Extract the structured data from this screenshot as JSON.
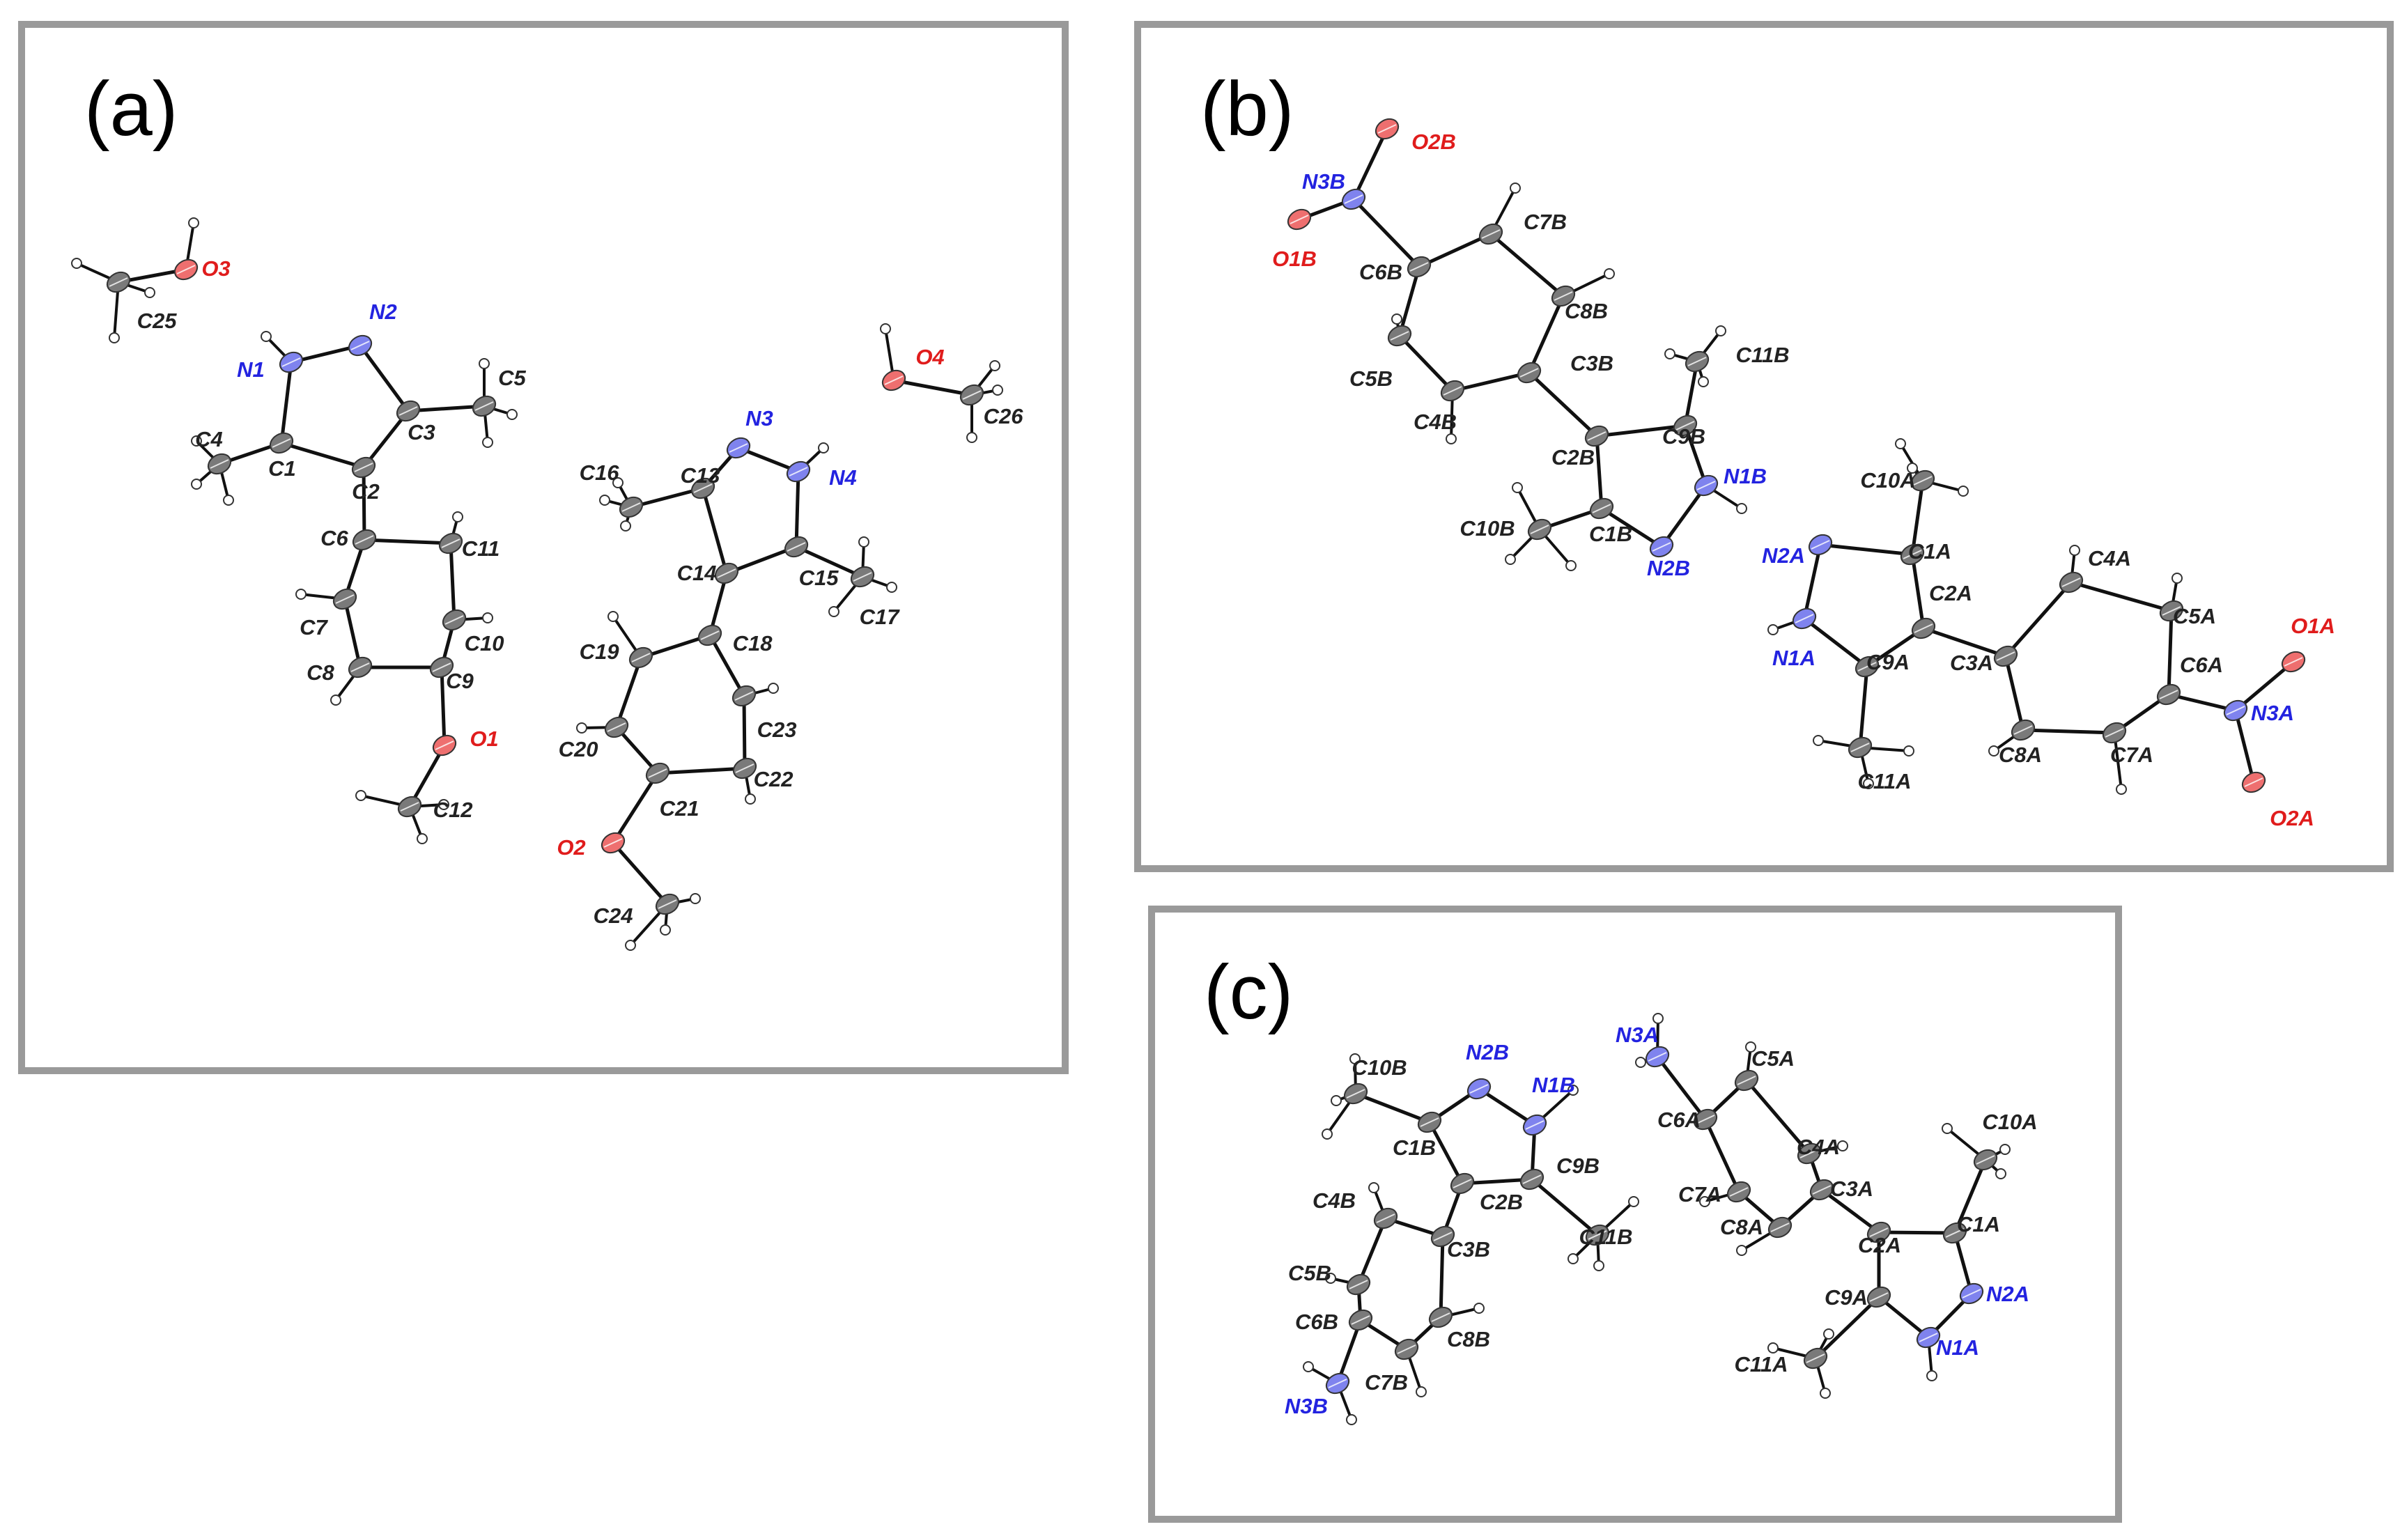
{
  "colors": {
    "panel_border": "#9a9a9a",
    "carbon_label": "#222222",
    "nitrogen_label": "#2323e0",
    "oxygen_label": "#e01c1c",
    "bond": "#111111",
    "carbon_atom": "#7a7a7a",
    "nitrogen_atom": "#7f83ee",
    "oxygen_atom": "#ee6f6f",
    "hydrogen_atom": "#ffffff"
  },
  "panels": [
    {
      "label": "(a)",
      "atoms": [
        {
          "id": "O3",
          "label": "O3",
          "el": "O"
        },
        {
          "id": "C25",
          "label": "C25",
          "el": "C"
        },
        {
          "id": "N1",
          "label": "N1",
          "el": "N"
        },
        {
          "id": "N2",
          "label": "N2",
          "el": "N"
        },
        {
          "id": "C5",
          "label": "C5",
          "el": "C"
        },
        {
          "id": "C3",
          "label": "C3",
          "el": "C"
        },
        {
          "id": "C4",
          "label": "C4",
          "el": "C"
        },
        {
          "id": "C1",
          "label": "C1",
          "el": "C"
        },
        {
          "id": "C2",
          "label": "C2",
          "el": "C"
        },
        {
          "id": "C6",
          "label": "C6",
          "el": "C"
        },
        {
          "id": "C11",
          "label": "C11",
          "el": "C"
        },
        {
          "id": "C7",
          "label": "C7",
          "el": "C"
        },
        {
          "id": "C10",
          "label": "C10",
          "el": "C"
        },
        {
          "id": "C8",
          "label": "C8",
          "el": "C"
        },
        {
          "id": "C9",
          "label": "C9",
          "el": "C"
        },
        {
          "id": "O1",
          "label": "O1",
          "el": "O"
        },
        {
          "id": "C12",
          "label": "C12",
          "el": "C"
        },
        {
          "id": "N3",
          "label": "N3",
          "el": "N"
        },
        {
          "id": "N4",
          "label": "N4",
          "el": "N"
        },
        {
          "id": "C16",
          "label": "C16",
          "el": "C"
        },
        {
          "id": "C13",
          "label": "C13",
          "el": "C"
        },
        {
          "id": "C14",
          "label": "C14",
          "el": "C"
        },
        {
          "id": "C15",
          "label": "C15",
          "el": "C"
        },
        {
          "id": "C17",
          "label": "C17",
          "el": "C"
        },
        {
          "id": "C18",
          "label": "C18",
          "el": "C"
        },
        {
          "id": "C19",
          "label": "C19",
          "el": "C"
        },
        {
          "id": "C20",
          "label": "C20",
          "el": "C"
        },
        {
          "id": "C21",
          "label": "C21",
          "el": "C"
        },
        {
          "id": "C22",
          "label": "C22",
          "el": "C"
        },
        {
          "id": "C23",
          "label": "C23",
          "el": "C"
        },
        {
          "id": "O2",
          "label": "O2",
          "el": "O"
        },
        {
          "id": "C24",
          "label": "C24",
          "el": "C"
        },
        {
          "id": "O4",
          "label": "O4",
          "el": "O"
        },
        {
          "id": "C26",
          "label": "C26",
          "el": "C"
        }
      ],
      "bonds": [
        [
          "O3",
          "C25"
        ],
        [
          "N1",
          "N2"
        ],
        [
          "N2",
          "C3"
        ],
        [
          "C3",
          "C2"
        ],
        [
          "C2",
          "C1"
        ],
        [
          "C1",
          "N1"
        ],
        [
          "C3",
          "C5"
        ],
        [
          "C1",
          "C4"
        ],
        [
          "C2",
          "C6"
        ],
        [
          "C6",
          "C7"
        ],
        [
          "C7",
          "C8"
        ],
        [
          "C8",
          "C9"
        ],
        [
          "C9",
          "C10"
        ],
        [
          "C10",
          "C11"
        ],
        [
          "C11",
          "C6"
        ],
        [
          "C9",
          "O1"
        ],
        [
          "O1",
          "C12"
        ],
        [
          "N3",
          "N4"
        ],
        [
          "N4",
          "C15"
        ],
        [
          "C15",
          "C14"
        ],
        [
          "C14",
          "C13"
        ],
        [
          "C13",
          "N3"
        ],
        [
          "C13",
          "C16"
        ],
        [
          "C15",
          "C17"
        ],
        [
          "C14",
          "C18"
        ],
        [
          "C18",
          "C19"
        ],
        [
          "C19",
          "C20"
        ],
        [
          "C20",
          "C21"
        ],
        [
          "C21",
          "C22"
        ],
        [
          "C22",
          "C23"
        ],
        [
          "C23",
          "C18"
        ],
        [
          "C21",
          "O2"
        ],
        [
          "O2",
          "C24"
        ],
        [
          "O4",
          "C26"
        ]
      ]
    },
    {
      "label": "(b)",
      "atoms": [
        {
          "id": "O2B",
          "label": "O2B",
          "el": "O"
        },
        {
          "id": "N3B",
          "label": "N3B",
          "el": "N"
        },
        {
          "id": "O1B",
          "label": "O1B",
          "el": "O"
        },
        {
          "id": "C7B",
          "label": "C7B",
          "el": "C"
        },
        {
          "id": "C6B",
          "label": "C6B",
          "el": "C"
        },
        {
          "id": "C8B",
          "label": "C8B",
          "el": "C"
        },
        {
          "id": "C5B",
          "label": "C5B",
          "el": "C"
        },
        {
          "id": "C3B",
          "label": "C3B",
          "el": "C"
        },
        {
          "id": "C4B",
          "label": "C4B",
          "el": "C"
        },
        {
          "id": "C11B",
          "label": "C11B",
          "el": "C"
        },
        {
          "id": "C9B",
          "label": "C9B",
          "el": "C"
        },
        {
          "id": "C2B",
          "label": "C2B",
          "el": "C"
        },
        {
          "id": "N1B",
          "label": "N1B",
          "el": "N"
        },
        {
          "id": "C10B",
          "label": "C10B",
          "el": "C"
        },
        {
          "id": "C1B",
          "label": "C1B",
          "el": "C"
        },
        {
          "id": "N2B",
          "label": "N2B",
          "el": "N"
        },
        {
          "id": "C10A",
          "label": "C10A",
          "el": "C"
        },
        {
          "id": "N2A",
          "label": "N2A",
          "el": "N"
        },
        {
          "id": "C1A",
          "label": "C1A",
          "el": "C"
        },
        {
          "id": "C4A",
          "label": "C4A",
          "el": "C"
        },
        {
          "id": "C2A",
          "label": "C2A",
          "el": "C"
        },
        {
          "id": "C5A",
          "label": "C5A",
          "el": "C"
        },
        {
          "id": "O1A",
          "label": "O1A",
          "el": "O"
        },
        {
          "id": "N1A",
          "label": "N1A",
          "el": "N"
        },
        {
          "id": "C9A",
          "label": "C9A",
          "el": "C"
        },
        {
          "id": "C3A",
          "label": "C3A",
          "el": "C"
        },
        {
          "id": "C6A",
          "label": "C6A",
          "el": "C"
        },
        {
          "id": "N3A",
          "label": "N3A",
          "el": "N"
        },
        {
          "id": "C8A",
          "label": "C8A",
          "el": "C"
        },
        {
          "id": "C7A",
          "label": "C7A",
          "el": "C"
        },
        {
          "id": "C11A",
          "label": "C11A",
          "el": "C"
        },
        {
          "id": "O2A",
          "label": "O2A",
          "el": "O"
        }
      ],
      "bonds": [
        [
          "N3B",
          "O2B"
        ],
        [
          "N3B",
          "O1B"
        ],
        [
          "N3B",
          "C6B"
        ],
        [
          "C6B",
          "C7B"
        ],
        [
          "C7B",
          "C8B"
        ],
        [
          "C8B",
          "C3B"
        ],
        [
          "C3B",
          "C4B"
        ],
        [
          "C4B",
          "C5B"
        ],
        [
          "C5B",
          "C6B"
        ],
        [
          "C3B",
          "C2B"
        ],
        [
          "C2B",
          "C9B"
        ],
        [
          "C9B",
          "N1B"
        ],
        [
          "N1B",
          "N2B"
        ],
        [
          "N2B",
          "C1B"
        ],
        [
          "C1B",
          "C2B"
        ],
        [
          "C9B",
          "C11B"
        ],
        [
          "C1B",
          "C10B"
        ],
        [
          "N2A",
          "C1A"
        ],
        [
          "C1A",
          "C2A"
        ],
        [
          "C2A",
          "C9A"
        ],
        [
          "C9A",
          "N1A"
        ],
        [
          "N1A",
          "N2A"
        ],
        [
          "C1A",
          "C10A"
        ],
        [
          "C9A",
          "C11A"
        ],
        [
          "C2A",
          "C3A"
        ],
        [
          "C3A",
          "C4A"
        ],
        [
          "C4A",
          "C5A"
        ],
        [
          "C5A",
          "C6A"
        ],
        [
          "C6A",
          "C7A"
        ],
        [
          "C7A",
          "C8A"
        ],
        [
          "C8A",
          "C3A"
        ],
        [
          "C6A",
          "N3A"
        ],
        [
          "N3A",
          "O1A"
        ],
        [
          "N3A",
          "O2A"
        ]
      ]
    },
    {
      "label": "(c)",
      "atoms": [
        {
          "id": "C10B",
          "label": "C10B",
          "el": "C"
        },
        {
          "id": "N2B",
          "label": "N2B",
          "el": "N"
        },
        {
          "id": "N1B",
          "label": "N1B",
          "el": "N"
        },
        {
          "id": "C1B",
          "label": "C1B",
          "el": "C"
        },
        {
          "id": "C9B",
          "label": "C9B",
          "el": "C"
        },
        {
          "id": "C2B",
          "label": "C2B",
          "el": "C"
        },
        {
          "id": "C4B",
          "label": "C4B",
          "el": "C"
        },
        {
          "id": "C3B",
          "label": "C3B",
          "el": "C"
        },
        {
          "id": "C11B",
          "label": "C11B",
          "el": "C"
        },
        {
          "id": "C5B",
          "label": "C5B",
          "el": "C"
        },
        {
          "id": "C6B",
          "label": "C6B",
          "el": "C"
        },
        {
          "id": "C8B",
          "label": "C8B",
          "el": "C"
        },
        {
          "id": "C7B",
          "label": "C7B",
          "el": "C"
        },
        {
          "id": "N3B",
          "label": "N3B",
          "el": "N"
        },
        {
          "id": "N3A",
          "label": "N3A",
          "el": "N"
        },
        {
          "id": "C5A",
          "label": "C5A",
          "el": "C"
        },
        {
          "id": "C6A",
          "label": "C6A",
          "el": "C"
        },
        {
          "id": "C4A",
          "label": "C4A",
          "el": "C"
        },
        {
          "id": "C10A",
          "label": "C10A",
          "el": "C"
        },
        {
          "id": "C7A",
          "label": "C7A",
          "el": "C"
        },
        {
          "id": "C3A",
          "label": "C3A",
          "el": "C"
        },
        {
          "id": "C8A",
          "label": "C8A",
          "el": "C"
        },
        {
          "id": "C2A",
          "label": "C2A",
          "el": "C"
        },
        {
          "id": "C1A",
          "label": "C1A",
          "el": "C"
        },
        {
          "id": "C9A",
          "label": "C9A",
          "el": "C"
        },
        {
          "id": "N2A",
          "label": "N2A",
          "el": "N"
        },
        {
          "id": "C11A",
          "label": "C11A",
          "el": "C"
        },
        {
          "id": "N1A",
          "label": "N1A",
          "el": "N"
        }
      ],
      "bonds": [
        [
          "C10B",
          "C1B"
        ],
        [
          "C1B",
          "N2B"
        ],
        [
          "N2B",
          "N1B"
        ],
        [
          "N1B",
          "C9B"
        ],
        [
          "C9B",
          "C2B"
        ],
        [
          "C2B",
          "C1B"
        ],
        [
          "C9B",
          "C11B"
        ],
        [
          "C2B",
          "C3B"
        ],
        [
          "C3B",
          "C4B"
        ],
        [
          "C4B",
          "C5B"
        ],
        [
          "C5B",
          "C6B"
        ],
        [
          "C6B",
          "C7B"
        ],
        [
          "C7B",
          "C8B"
        ],
        [
          "C8B",
          "C3B"
        ],
        [
          "C6B",
          "N3B"
        ],
        [
          "N3A",
          "C6A"
        ],
        [
          "C6A",
          "C5A"
        ],
        [
          "C5A",
          "C4A"
        ],
        [
          "C4A",
          "C3A"
        ],
        [
          "C3A",
          "C8A"
        ],
        [
          "C8A",
          "C7A"
        ],
        [
          "C7A",
          "C6A"
        ],
        [
          "C3A",
          "C2A"
        ],
        [
          "C2A",
          "C1A"
        ],
        [
          "C1A",
          "N2A"
        ],
        [
          "N2A",
          "N1A"
        ],
        [
          "N1A",
          "C9A"
        ],
        [
          "C9A",
          "C2A"
        ],
        [
          "C1A",
          "C10A"
        ],
        [
          "C9A",
          "C11A"
        ]
      ]
    }
  ]
}
